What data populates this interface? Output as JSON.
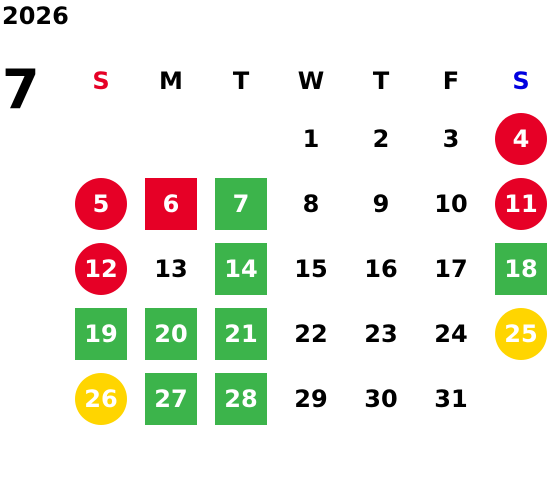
{
  "year": "2026",
  "month": "7",
  "weekdays": [
    {
      "label": "S",
      "color": "#e60026"
    },
    {
      "label": "M",
      "color": "#000000"
    },
    {
      "label": "T",
      "color": "#000000"
    },
    {
      "label": "W",
      "color": "#000000"
    },
    {
      "label": "T",
      "color": "#000000"
    },
    {
      "label": "F",
      "color": "#000000"
    },
    {
      "label": "S",
      "color": "#0000e0"
    }
  ],
  "weeks": [
    [
      null,
      null,
      null,
      {
        "d": "1"
      },
      {
        "d": "2"
      },
      {
        "d": "3"
      },
      {
        "d": "4",
        "style": "circle-red"
      }
    ],
    [
      {
        "d": "5",
        "style": "circle-red"
      },
      {
        "d": "6",
        "style": "square-red"
      },
      {
        "d": "7",
        "style": "square-green"
      },
      {
        "d": "8"
      },
      {
        "d": "9"
      },
      {
        "d": "10"
      },
      {
        "d": "11",
        "style": "circle-red"
      }
    ],
    [
      {
        "d": "12",
        "style": "circle-red"
      },
      {
        "d": "13"
      },
      {
        "d": "14",
        "style": "square-green"
      },
      {
        "d": "15"
      },
      {
        "d": "16"
      },
      {
        "d": "17"
      },
      {
        "d": "18",
        "style": "square-green"
      }
    ],
    [
      {
        "d": "19",
        "style": "square-green"
      },
      {
        "d": "20",
        "style": "square-green"
      },
      {
        "d": "21",
        "style": "square-green"
      },
      {
        "d": "22"
      },
      {
        "d": "23"
      },
      {
        "d": "24"
      },
      {
        "d": "25",
        "style": "circle-yellow"
      }
    ],
    [
      {
        "d": "26",
        "style": "circle-yellow"
      },
      {
        "d": "27",
        "style": "square-green"
      },
      {
        "d": "28",
        "style": "square-green"
      },
      {
        "d": "29"
      },
      {
        "d": "30"
      },
      {
        "d": "31"
      },
      null
    ]
  ]
}
